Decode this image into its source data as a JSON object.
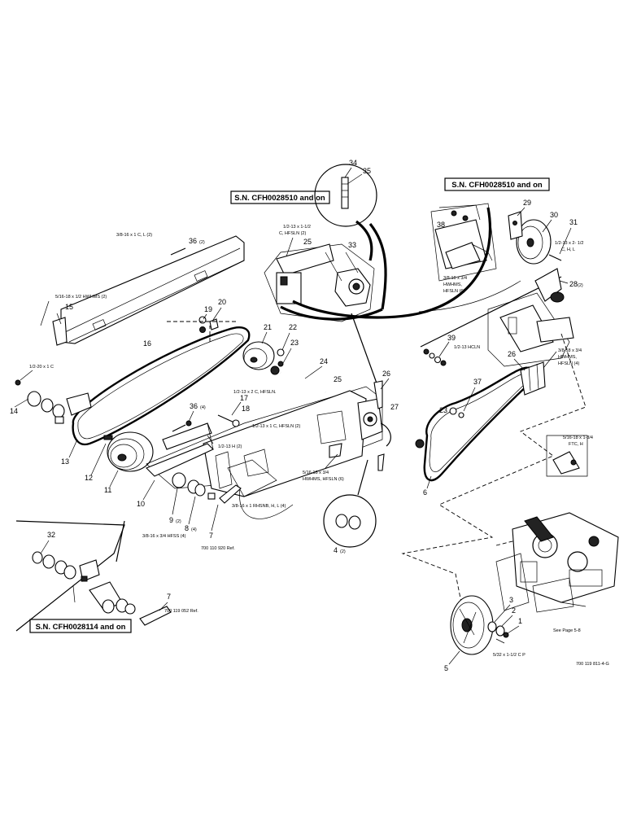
{
  "serial_boxes": {
    "top_center": "S.N. CFH0028510 and on",
    "top_right": "S.N. CFH0028510 and on",
    "bottom_left": "S.N. CFH0028114 and on"
  },
  "part_numbers": {
    "p1": "1",
    "p2": "2",
    "p3": "3",
    "p4": "4",
    "p4q": "(2)",
    "p5": "5",
    "p6": "6",
    "p7a": "7",
    "p7b": "7",
    "p8": "8",
    "p8q": "(4)",
    "p9": "9",
    "p9q": "(2)",
    "p10": "10",
    "p11": "11",
    "p12": "12",
    "p13": "13",
    "p14": "14",
    "p15": "15",
    "p16": "16",
    "p17": "17",
    "p18": "18",
    "p19": "19",
    "p20": "20",
    "p21": "21",
    "p22": "22",
    "p23a": "23",
    "p23b": "23",
    "p24": "24",
    "p25a": "25",
    "p25b": "25",
    "p26a": "26",
    "p26b": "26",
    "p27": "27",
    "p28": "28",
    "p28q": "(2)",
    "p29": "29",
    "p30": "30",
    "p31": "31",
    "p32": "32",
    "p33": "33",
    "p34": "34",
    "p35": "35",
    "p36a": "36",
    "p36aq": "(2)",
    "p36b": "36",
    "p36bq": "(4)",
    "p37": "37",
    "p38": "38",
    "p39": "39"
  },
  "hardware_callouts": {
    "h_3816_1c": "3/8-16 x 1 C, L (2)",
    "h_51618_half": "5/16-18 x 1/2 HWHMS (2)",
    "h_1220_1c": "1/2-20 x 1 C",
    "h_1213_112a": "1/2-13 x 1-1/2",
    "h_1213_112b": "C, HFSLN (2)",
    "h_1213_2c": "1/2-13 x 2 C, HFSLN.",
    "h_1213_1c": "1/2-13 x 1 C, HFSLN (2)",
    "h_1213h": "1/2-13 H (2)",
    "h_51618_34a": "5/16-18 x 3/4",
    "h_51618_34b": "HWHMS, HFSLN (6)",
    "h_3816_rhsnb": "3/8-16 x 1 RHSNB, H, L (4)",
    "h_3816_34": "3/8-16 x 3/4 HFSS (4)",
    "h_3816_34_tr_a": "3/8-16 x 3/4",
    "h_3816_34_tr_b": "HWHMS,",
    "h_3816_34_tr_c": "HFSLN (6)",
    "h_1213hcln": "1/2-13 HCLN",
    "h_1213_2a": "1/2-13 x 2- 1/2",
    "h_1213_2b": "C, H, L",
    "h_3818_34_a": "3/8-18 x 3/4",
    "h_3818_34_b": "HWHMS,",
    "h_3818_34_c": "HFSLN (4)",
    "h_51618_134a": "5/16-18 x 1-3/4",
    "h_51618_134b": "FTC, H",
    "h_532": "5/32 x 1-1/2 C P"
  },
  "references": {
    "ref_920": "700 110 920 Ref.",
    "ref_052": "700 119 052 Ref.",
    "see_page": "See Page 5-8",
    "drawing_no": "700 119 811-4-G"
  }
}
